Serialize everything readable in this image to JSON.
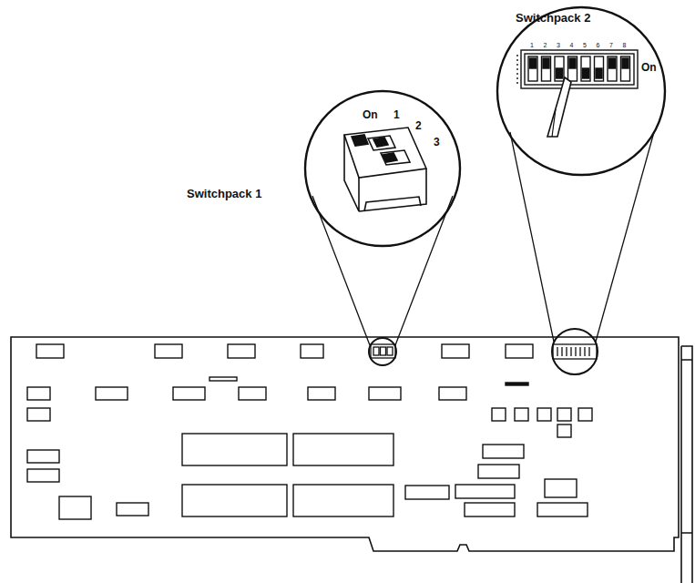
{
  "diagram": {
    "labels": [
      "Switchpack 2",
      "Switchpack 1",
      "On",
      "1",
      "2",
      "3",
      "On",
      "1",
      "2",
      "3",
      "4",
      "5",
      "6",
      "7",
      "8"
    ]
  }
}
